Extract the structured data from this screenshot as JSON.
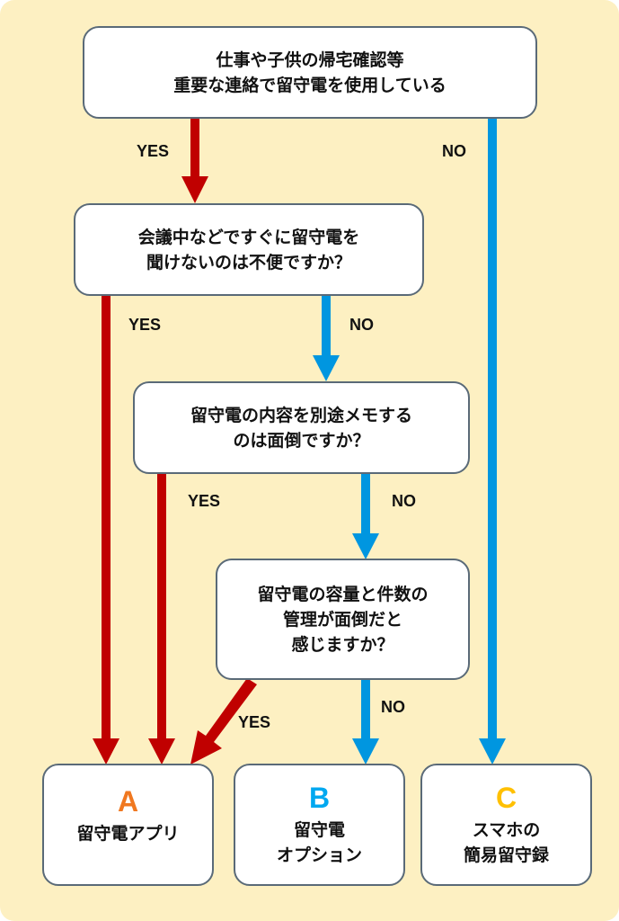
{
  "colors": {
    "background": "#fdf0c2",
    "yes_arrow": "#c00000",
    "no_arrow": "#0096e0",
    "result_a": "#f07820",
    "result_b": "#00a8f0",
    "result_c": "#ffc000"
  },
  "questions": [
    {
      "id": "q1",
      "lines": [
        "仕事や子供の帰宅確認等",
        "重要な連絡で留守電を使用している"
      ]
    },
    {
      "id": "q2",
      "lines": [
        "会議中などですぐに留守電を",
        "聞けないのは不便ですか？"
      ]
    },
    {
      "id": "q3",
      "lines": [
        "留守電の内容を別途メモする",
        "のは面倒ですか？"
      ]
    },
    {
      "id": "q4",
      "lines": [
        "留守電の容量と件数の",
        "管理が面倒だと",
        "感じますか？"
      ]
    }
  ],
  "results": [
    {
      "id": "A",
      "letter": "A",
      "lines": [
        "留守電アプリ"
      ]
    },
    {
      "id": "B",
      "letter": "B",
      "lines": [
        "留守電",
        "オプション"
      ]
    },
    {
      "id": "C",
      "letter": "C",
      "lines": [
        "スマホの",
        "簡易留守録"
      ]
    }
  ],
  "edges": [
    {
      "from": "q1",
      "to": "q2",
      "label": "YES"
    },
    {
      "from": "q1",
      "to": "C",
      "label": "NO"
    },
    {
      "from": "q2",
      "to": "A",
      "label": "YES"
    },
    {
      "from": "q2",
      "to": "q3",
      "label": "NO"
    },
    {
      "from": "q3",
      "to": "A",
      "label": "YES"
    },
    {
      "from": "q3",
      "to": "q4",
      "label": "NO"
    },
    {
      "from": "q4",
      "to": "A",
      "label": "YES"
    },
    {
      "from": "q4",
      "to": "B",
      "label": "NO"
    }
  ]
}
